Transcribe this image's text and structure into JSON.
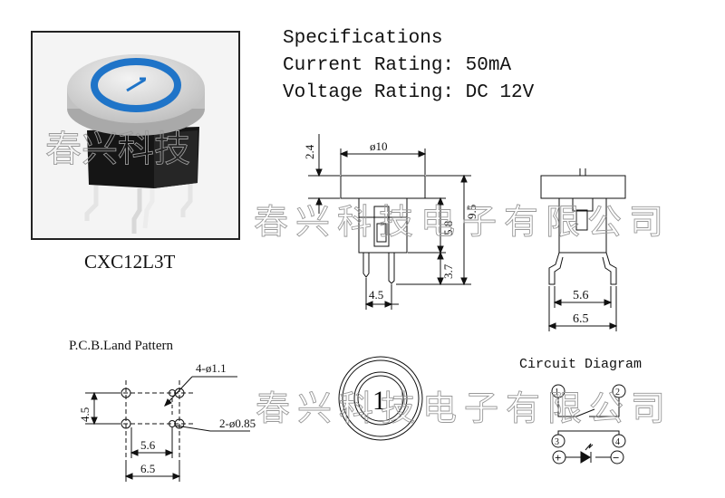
{
  "product": {
    "model": "CXC12L3T",
    "cap_number": "1",
    "colors": {
      "ring": "#1f74c8",
      "cap": "#d7d7d7",
      "body": "#111111",
      "pins": "#e0e0e0"
    }
  },
  "specs": {
    "heading": "Specifications",
    "current": "Current Rating: 50mA",
    "voltage": "Voltage Rating: DC 12V"
  },
  "side_view": {
    "dia": "ø10",
    "h_cap": "2.4",
    "h_total": "9.5",
    "h_body": "5.8",
    "h_pin": "3.7",
    "w_pins": "4.5"
  },
  "end_view": {
    "w_inner": "5.6",
    "w_outer": "6.5"
  },
  "pcb": {
    "title": "P.C.B.Land Pattern",
    "holes_label": "4-ø1.1",
    "small_label": "2-ø0.85",
    "h": "4.5",
    "w_inner": "5.6",
    "w_outer": "6.5"
  },
  "top_view": {
    "number": "1"
  },
  "circuit": {
    "title": "Circuit Diagram",
    "p1": "1",
    "p2": "2",
    "p3": "3",
    "p4": "4",
    "plus": "+",
    "minus": "−"
  },
  "watermark": {
    "photo": "春兴科技",
    "company": "春兴科技电子有限公司"
  }
}
